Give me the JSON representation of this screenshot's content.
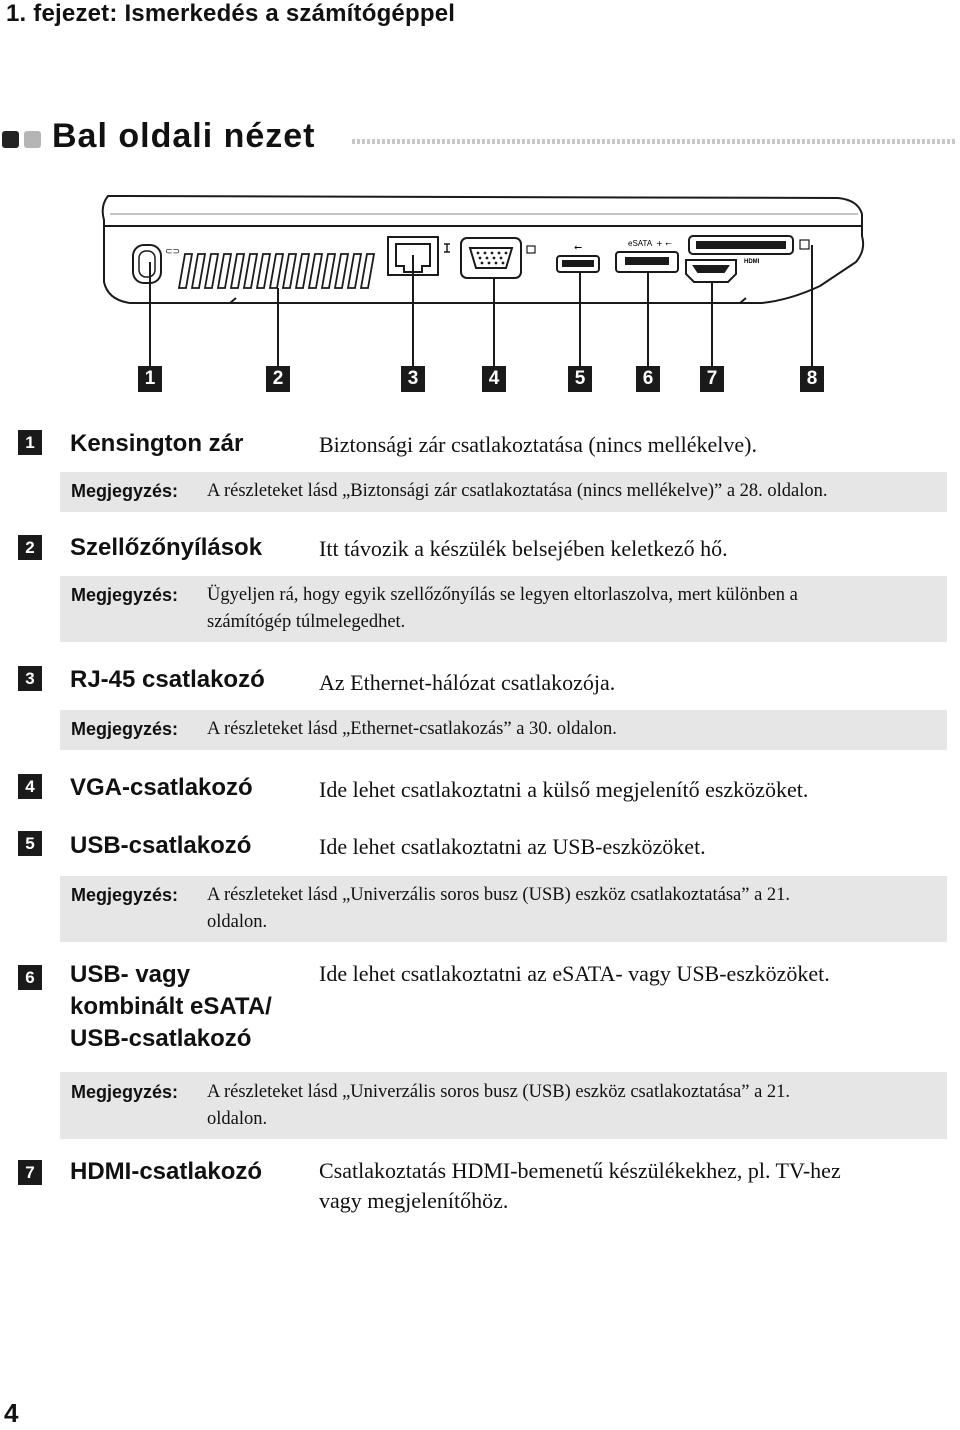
{
  "chapter_title": "1. fejezet: Ismerkedés a számítógéppel",
  "section_title": "Bal oldali nézet",
  "diagram": {
    "callouts": [
      "1",
      "2",
      "3",
      "4",
      "5",
      "6",
      "7",
      "8"
    ],
    "port_labels": {
      "esata": "eSATA",
      "hdmi": "HDMI"
    }
  },
  "items": [
    {
      "num": "1",
      "term": "Kensington zár",
      "desc": "Biztonsági zár csatlakoztatása (nincs mellékelve)."
    },
    {
      "num": "2",
      "term": "Szellőzőnyílások",
      "desc": "Itt távozik a készülék belsejében keletkező hő."
    },
    {
      "num": "3",
      "term": "RJ-45 csatlakozó",
      "desc": "Az Ethernet-hálózat csatlakozója."
    },
    {
      "num": "4",
      "term": "VGA-csatlakozó",
      "desc": "Ide lehet csatlakoztatni a külső megjelenítő eszközöket."
    },
    {
      "num": "5",
      "term": "USB-csatlakozó",
      "desc": "Ide lehet csatlakoztatni az USB-eszközöket."
    },
    {
      "num": "6",
      "term_lines": [
        "USB- vagy",
        "kombinált eSATA/",
        "USB-csatlakozó"
      ],
      "desc": "Ide lehet csatlakoztatni az eSATA- vagy USB-eszközöket."
    },
    {
      "num": "7",
      "term": "HDMI-csatlakozó",
      "desc_lines": [
        "Csatlakoztatás HDMI-bemenetű készülékekhez, pl. TV-hez",
        "vagy megjelenítőhöz."
      ]
    }
  ],
  "note_label": "Megjegyzés:",
  "notes": [
    {
      "lines": [
        "A részleteket lásd „Biztonsági zár csatlakoztatása (nincs mellékelve)” a 28. oldalon."
      ]
    },
    {
      "lines": [
        "Ügyeljen rá, hogy egyik szellőzőnyílás se legyen eltorlaszolva, mert különben a",
        "számítógép túlmelegedhet."
      ]
    },
    {
      "lines": [
        "A részleteket lásd „Ethernet-csatlakozás” a 30. oldalon."
      ]
    },
    {
      "lines": [
        "A részleteket lásd „Univerzális soros busz (USB) eszköz csatlakoztatása” a 21.",
        "oldalon."
      ]
    },
    {
      "lines": [
        "A részleteket lásd „Univerzális soros busz (USB) eszköz csatlakoztatása” a 21.",
        "oldalon."
      ]
    }
  ],
  "page_number": "4"
}
